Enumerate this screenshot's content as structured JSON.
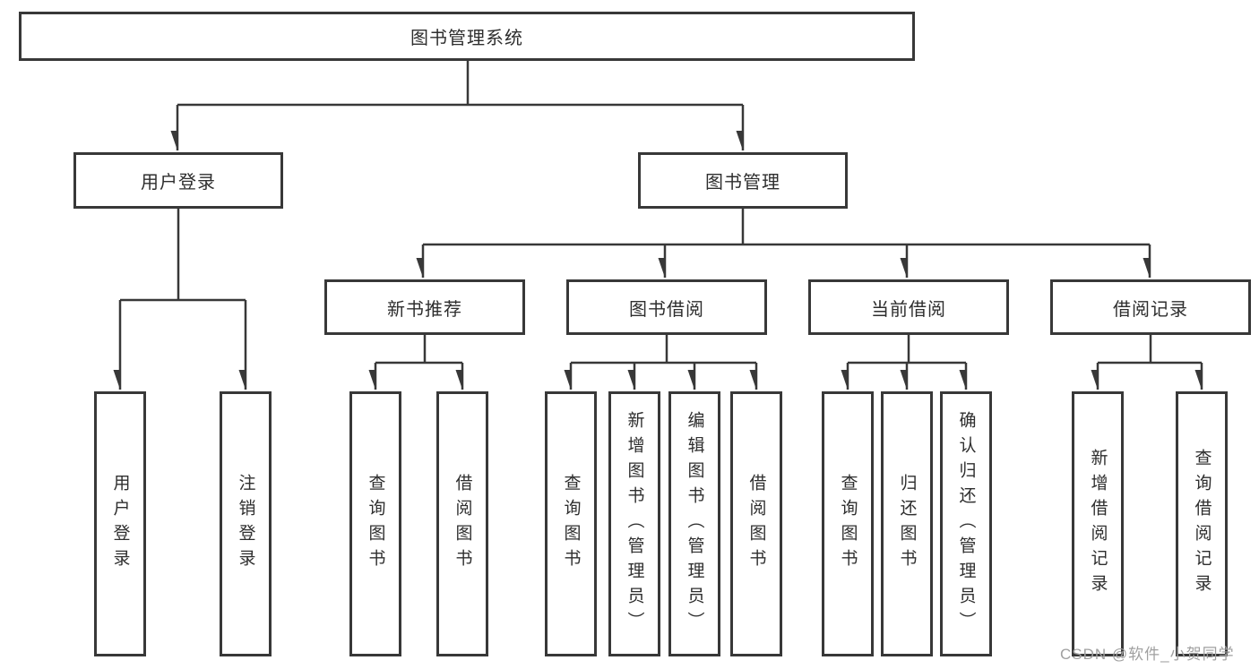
{
  "diagram": {
    "root": {
      "label": "图书管理系统"
    },
    "branches": [
      {
        "label": "用户登录",
        "children": [
          {
            "label": "用户登录"
          },
          {
            "label": "注销登录"
          }
        ]
      },
      {
        "label": "图书管理",
        "children": [
          {
            "label": "新书推荐",
            "children": [
              {
                "label": "查询图书"
              },
              {
                "label": "借阅图书"
              }
            ]
          },
          {
            "label": "图书借阅",
            "children": [
              {
                "label": "查询图书"
              },
              {
                "label": "新增图书（管理员）"
              },
              {
                "label": "编辑图书（管理员）"
              },
              {
                "label": "借阅图书"
              }
            ]
          },
          {
            "label": "当前借阅",
            "children": [
              {
                "label": "查询图书"
              },
              {
                "label": "归还图书"
              },
              {
                "label": "确认归还（管理员）"
              }
            ]
          },
          {
            "label": "借阅记录",
            "children": [
              {
                "label": "新增借阅记录"
              },
              {
                "label": "查询借阅记录"
              }
            ]
          }
        ]
      }
    ]
  },
  "watermark": {
    "text": "CSDN @软件_小贺同学"
  },
  "colors": {
    "line": "#383838",
    "node_border": "#383838",
    "text": "#2e2e2e",
    "watermark": "#a0a0a0",
    "background": "#ffffff"
  }
}
